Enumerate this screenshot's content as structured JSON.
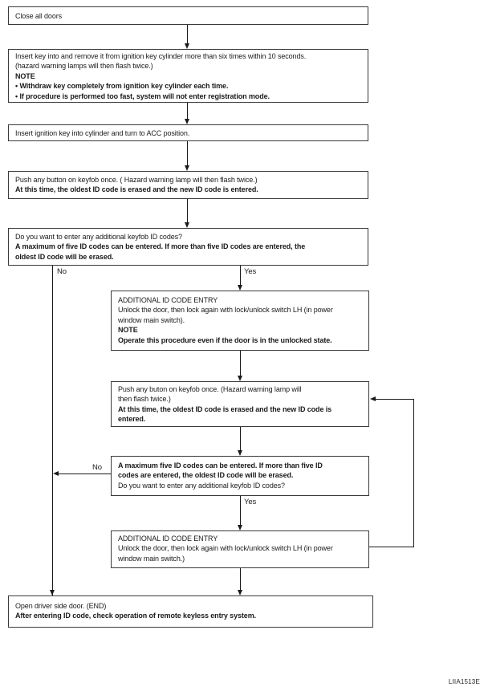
{
  "figure": {
    "code": "LIIA1513E"
  },
  "colors": {
    "background": "#ffffff",
    "line": "#1a1a1a",
    "box_border": "#3a3a3a",
    "text": "#1a1a1a"
  },
  "branch_labels": {
    "decision1_no": "No",
    "decision1_yes": "Yes",
    "decision2_no": "No",
    "decision2_yes": "Yes"
  },
  "boxes": {
    "close_doors": {
      "lines": [
        "Close all doors"
      ]
    },
    "register_mode": {
      "lines": [
        "Insert key into and remove it from ignition key cylinder more than six times within 10 seconds.",
        "(hazard warning lamps will then flash twice.)",
        "NOTE",
        "• Withdraw key completely from ignition key cylinder each time.",
        "• If procedure is performed too fast, system will not enter registration mode."
      ]
    },
    "acc_position": {
      "lines": [
        "Insert ignition key into cylinder and turn to ACC position."
      ]
    },
    "push_keyfob": {
      "lines": [
        "Push any button on keyfob once. ( Hazard warning lamp will then flash twice.)",
        "At this time, the oldest ID code is erased and the new ID code is entered."
      ]
    },
    "decision_additional": {
      "lines": [
        "Do you want to enter any additional keyfob ID codes?",
        "A maximum of five ID codes can be entered. If more than five ID codes are entered, the",
        "oldest ID code will be erased."
      ]
    },
    "additional_entry_1": {
      "lines": [
        "ADDITIONAL ID CODE ENTRY",
        "Unlock the door, then lock again with lock/unlock switch LH (in power",
        "window main switch).",
        "NOTE",
        "Operate this procedure even if the door is in the unlocked state."
      ]
    },
    "push_keyfob_2": {
      "lines": [
        "Push any buton on keyfob once. (Hazard warning lamp will",
        "then flash twice.)",
        "At this time, the oldest ID code is erased and the new ID code is",
        "entered."
      ]
    },
    "decision_additional_2": {
      "lines": [
        "A maximum five ID codes can be entered. If more than five ID",
        "codes are entered, the oldest ID code will be erased.",
        "Do you want to enter any additional keyfob ID codes?"
      ]
    },
    "additional_entry_2": {
      "lines": [
        "ADDITIONAL ID CODE ENTRY",
        "Unlock the door, then lock again with lock/unlock switch LH (in power",
        "window main switch.)"
      ]
    },
    "open_door_end": {
      "lines": [
        "Open driver side door. (END)",
        "After entering ID code, check operation of remote keyless entry system."
      ]
    }
  }
}
